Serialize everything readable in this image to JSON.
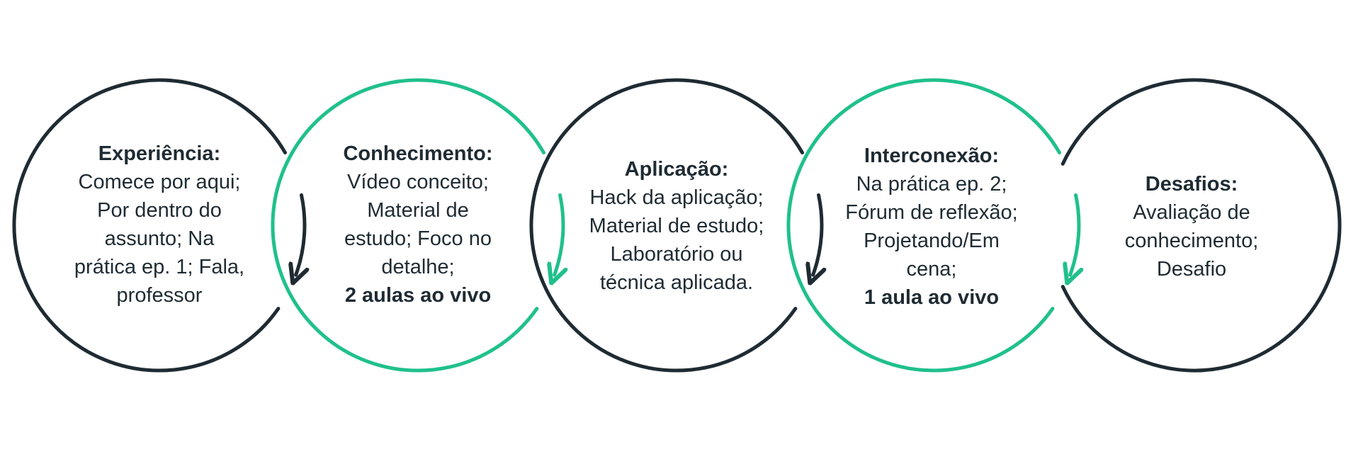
{
  "colors": {
    "dark": "#1f2b33",
    "green": "#20c08c"
  },
  "stages": [
    {
      "title": "Experiência:",
      "lines": [
        "Comece por aqui;",
        "Por dentro do",
        "assunto;  Na",
        "prática ep. 1; Fala,",
        "professor"
      ],
      "bold_line": "",
      "ring_color": "dark"
    },
    {
      "title": "Conhecimento:",
      "lines": [
        "Vídeo conceito;",
        "Material de",
        "estudo; Foco no",
        "detalhe;"
      ],
      "bold_line": "2 aulas ao vivo",
      "ring_color": "green"
    },
    {
      "title": "Aplicação:",
      "lines": [
        "Hack da aplicação;",
        "Material de estudo;",
        "Laboratório ou",
        "técnica aplicada."
      ],
      "bold_line": "",
      "ring_color": "dark"
    },
    {
      "title": "Interconexão:",
      "lines": [
        "Na prática ep. 2;",
        "Fórum de reflexão;",
        "Projetando/Em",
        "cena;"
      ],
      "bold_line": "1 aula ao vivo",
      "ring_color": "green"
    },
    {
      "title": "Desafios:",
      "lines": [
        "Avaliação de",
        "conhecimento;",
        "Desafio"
      ],
      "bold_line": "",
      "ring_color": "dark"
    }
  ]
}
